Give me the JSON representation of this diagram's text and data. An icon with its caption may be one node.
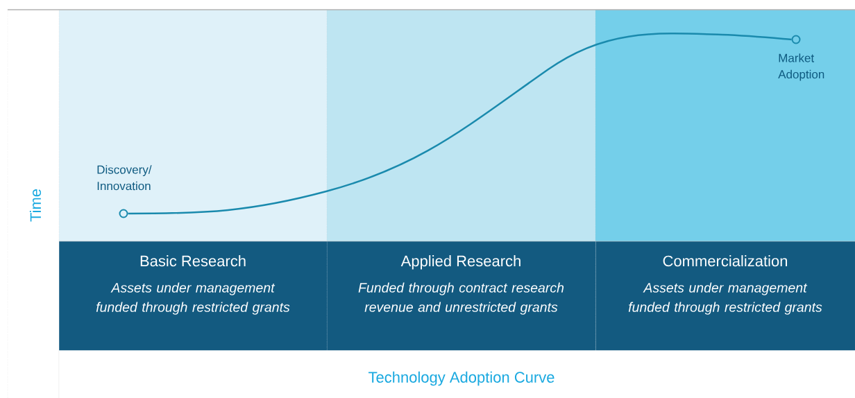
{
  "diagram": {
    "caption": "Technology Adoption Curve",
    "nodes": [
      {
        "text": [
          "Basic Research",
          "Assets under management funded through restricted grants"
        ]
      },
      {
        "text": [
          "Applied Research",
          "Funded through contract research revenue and unrestricted grants"
        ]
      },
      {
        "text": [
          "Commercialization",
          "Assets under management funded through restricted grants"
        ]
      },
      {
        "text": [],
        "shape": "circle",
        "beside": [
          "Discovery/ Innovation"
        ]
      },
      {
        "text": [],
        "shape": "circle",
        "beside": [
          "Market Adoption"
        ]
      }
    ],
    "edges": [
      {
        "from": 3,
        "to": 4,
        "arrow": "none"
      }
    ],
    "labels": [
      "Time"
    ]
  }
}
